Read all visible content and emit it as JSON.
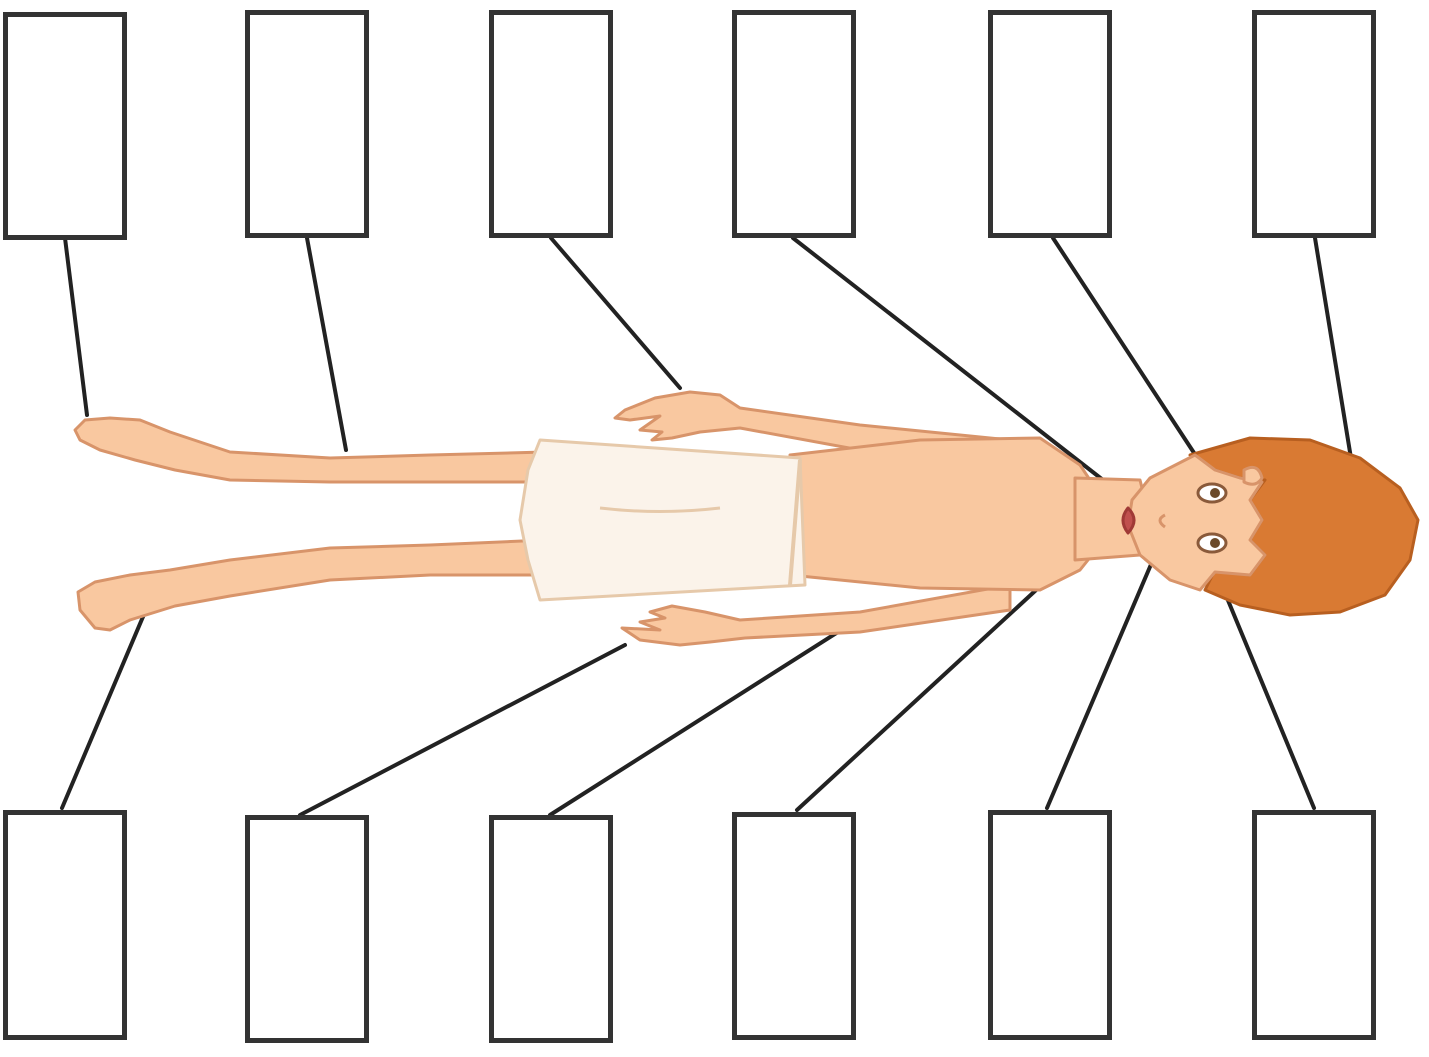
{
  "diagram": {
    "subject": "boy-body-parts-labeling",
    "label_boxes": {
      "top": [
        {
          "id": "top-1",
          "text": ""
        },
        {
          "id": "top-2",
          "text": ""
        },
        {
          "id": "top-3",
          "text": ""
        },
        {
          "id": "top-4",
          "text": ""
        },
        {
          "id": "top-5",
          "text": ""
        },
        {
          "id": "top-6",
          "text": ""
        }
      ],
      "bottom": [
        {
          "id": "bottom-1",
          "text": ""
        },
        {
          "id": "bottom-2",
          "text": ""
        },
        {
          "id": "bottom-3",
          "text": ""
        },
        {
          "id": "bottom-4",
          "text": ""
        },
        {
          "id": "bottom-5",
          "text": ""
        },
        {
          "id": "bottom-6",
          "text": ""
        }
      ]
    },
    "colors": {
      "skin": "#f9c8a0",
      "skin_outline": "#d8946a",
      "hair": "#d97a33",
      "shorts": "#fbf3ea",
      "line": "#222222",
      "box_border": "#333333"
    }
  }
}
